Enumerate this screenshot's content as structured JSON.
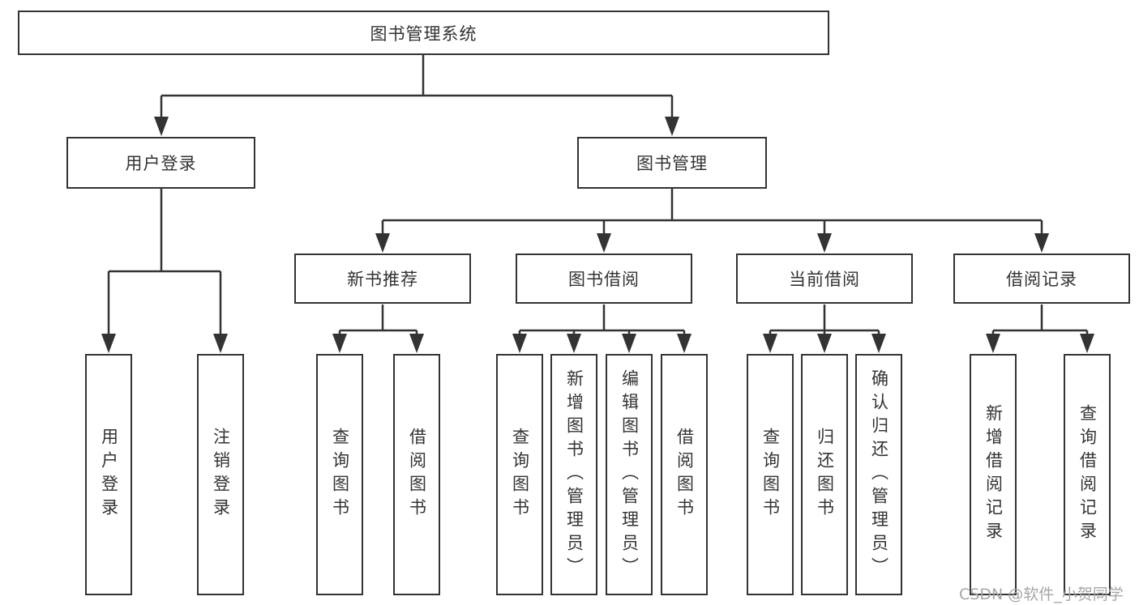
{
  "diagram_title": "图书管理系统",
  "nodes": {
    "root": "图书管理系统",
    "userLogin": "用户登录",
    "bookMgmt": "图书管理",
    "newBooks": "新书推荐",
    "bookBorrow": "图书借阅",
    "currentBorrow": "当前借阅",
    "borrowRecords": "借阅记录",
    "leaves": {
      "userLogin": [
        "用户登录",
        "注销登录"
      ],
      "newBooks": [
        "查询图书",
        "借阅图书"
      ],
      "bookBorrow": [
        "查询图书",
        "新增图书（管理员）",
        "编辑图书（管理员）",
        "借阅图书"
      ],
      "currentBorrow": [
        "查询图书",
        "归还图书",
        "确认归还（管理员）"
      ],
      "borrowRecords": [
        "新增借阅记录",
        "查询借阅记录"
      ]
    }
  },
  "watermark": "CSDN @软件_小贺同学",
  "colors": {
    "line": "#333333",
    "text": "#333333",
    "watermark": "#a6a6a6",
    "background": "#ffffff"
  }
}
